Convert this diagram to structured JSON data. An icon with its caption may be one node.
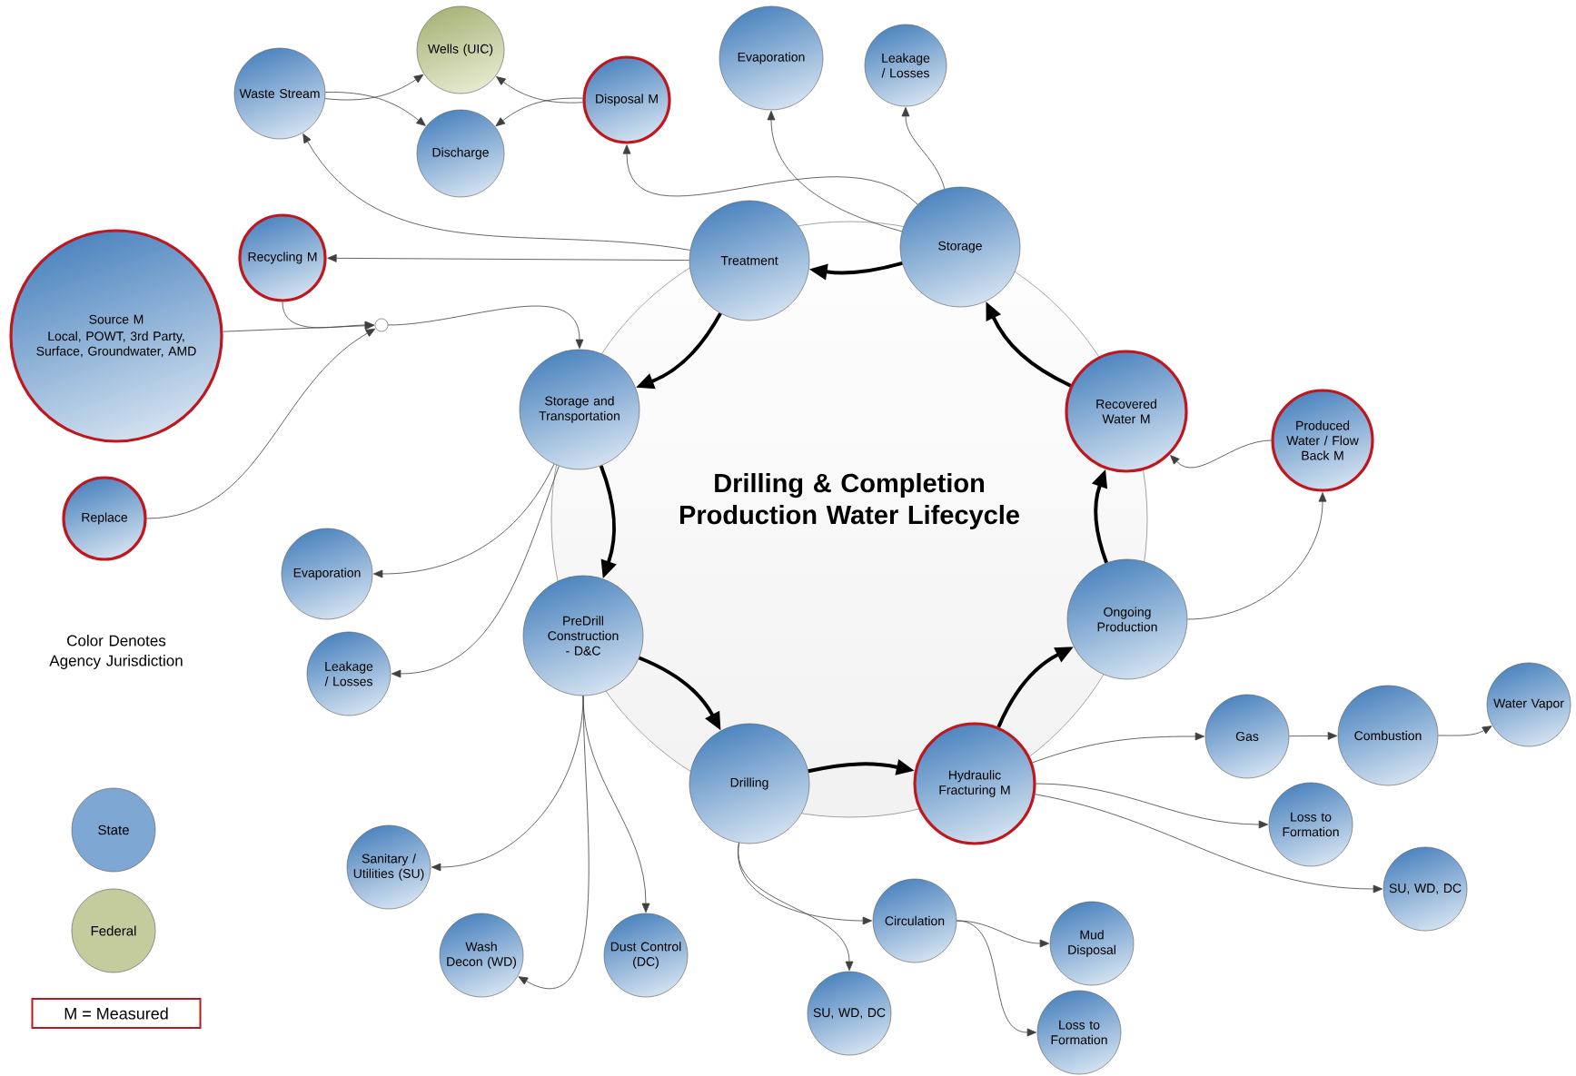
{
  "diagram": {
    "title": "Drilling & Completion Production Water Lifecycle",
    "nodes": [
      {
        "text": [
          "Waste Stream"
        ]
      },
      {
        "text": [
          "Wells (UIC)"
        ]
      },
      {
        "text": [
          "Disposal M"
        ]
      },
      {
        "text": [
          "Discharge"
        ]
      },
      {
        "text": [
          "Evaporation"
        ]
      },
      {
        "text": [
          "Leakage / Losses"
        ]
      },
      {
        "text": [
          "Recycling M"
        ]
      },
      {
        "text": [
          "Treatment"
        ]
      },
      {
        "text": [
          "Storage"
        ]
      },
      {
        "text": [
          "Source M",
          "Local, POWT, 3rd Party, Surface, Groundwater, AMD"
        ]
      },
      {
        "text": [],
        "shape": "circle"
      },
      {
        "text": [
          "Storage and Transportation"
        ]
      },
      {
        "text": [
          "Recovered Water M"
        ]
      },
      {
        "text": [
          "Produced Water / Flow Back M"
        ]
      },
      {
        "text": [
          "Replace"
        ]
      },
      {
        "text": [
          "Evaporation"
        ]
      },
      {
        "text": [
          "Leakage / Losses"
        ]
      },
      {
        "text": [
          "PreDrill Construction - D&C"
        ]
      },
      {
        "text": [
          "Ongoing Production"
        ]
      },
      {
        "text": [
          "Drilling"
        ]
      },
      {
        "text": [
          "Hydraulic Fracturing M"
        ]
      },
      {
        "text": [
          "Gas"
        ]
      },
      {
        "text": [
          "Combustion"
        ]
      },
      {
        "text": [
          "Water Vapor"
        ]
      },
      {
        "text": [
          "Loss to Formation"
        ]
      },
      {
        "text": [
          "SU, WD, DC"
        ]
      },
      {
        "text": [
          "Sanitary / Utilities (SU)"
        ]
      },
      {
        "text": [
          "Wash Decon (WD)"
        ]
      },
      {
        "text": [
          "Dust Control (DC)"
        ]
      },
      {
        "text": [
          "Circulation"
        ]
      },
      {
        "text": [
          "Mud Disposal"
        ]
      },
      {
        "text": [
          "SU, WD, DC"
        ]
      },
      {
        "text": [
          "Loss to Formation"
        ]
      }
    ],
    "edges": [
      {
        "from": 11,
        "to": 17,
        "arrow": "to",
        "style": "thick"
      },
      {
        "from": 17,
        "to": 19,
        "arrow": "to",
        "style": "thick"
      },
      {
        "from": 19,
        "to": 20,
        "arrow": "to",
        "style": "thick"
      },
      {
        "from": 20,
        "to": 18,
        "arrow": "to",
        "style": "thick"
      },
      {
        "from": 18,
        "to": 12,
        "arrow": "to",
        "style": "thick"
      },
      {
        "from": 12,
        "to": 8,
        "arrow": "to",
        "style": "thick"
      },
      {
        "from": 8,
        "to": 7,
        "arrow": "to",
        "style": "thick"
      },
      {
        "from": 7,
        "to": 11,
        "arrow": "to",
        "style": "thick"
      },
      {
        "from": 0,
        "to": 1,
        "arrow": "to"
      },
      {
        "from": 0,
        "to": 3,
        "arrow": "to"
      },
      {
        "from": 2,
        "to": 1,
        "arrow": "to"
      },
      {
        "from": 2,
        "to": 3,
        "arrow": "to"
      },
      {
        "from": 8,
        "to": 2,
        "arrow": "to"
      },
      {
        "from": 8,
        "to": 4,
        "arrow": "to"
      },
      {
        "from": 8,
        "to": 5,
        "arrow": "to"
      },
      {
        "from": 7,
        "to": 0,
        "arrow": "to"
      },
      {
        "from": 7,
        "to": 6,
        "arrow": "to"
      },
      {
        "from": 6,
        "to": 10,
        "arrow": "to"
      },
      {
        "from": 9,
        "to": 10,
        "arrow": "to"
      },
      {
        "from": 14,
        "to": 10,
        "arrow": "to"
      },
      {
        "from": 10,
        "to": 11,
        "arrow": "to"
      },
      {
        "from": 11,
        "to": 15,
        "arrow": "to"
      },
      {
        "from": 11,
        "to": 16,
        "arrow": "to"
      },
      {
        "from": 17,
        "to": 26,
        "arrow": "to"
      },
      {
        "from": 17,
        "to": 27,
        "arrow": "to"
      },
      {
        "from": 17,
        "to": 28,
        "arrow": "to"
      },
      {
        "from": 19,
        "to": 29,
        "arrow": "to"
      },
      {
        "from": 19,
        "to": 31,
        "arrow": "to"
      },
      {
        "from": 29,
        "to": 30,
        "arrow": "to"
      },
      {
        "from": 29,
        "to": 32,
        "arrow": "to"
      },
      {
        "from": 20,
        "to": 21,
        "arrow": "to"
      },
      {
        "from": 21,
        "to": 22,
        "arrow": "to"
      },
      {
        "from": 22,
        "to": 23,
        "arrow": "to"
      },
      {
        "from": 20,
        "to": 24,
        "arrow": "to"
      },
      {
        "from": 20,
        "to": 25,
        "arrow": "to"
      },
      {
        "from": 18,
        "to": 13,
        "arrow": "to"
      },
      {
        "from": 13,
        "to": 12,
        "arrow": "to"
      }
    ],
    "labels": [
      "Color Denotes Agency Jurisdiction"
    ],
    "legend": [
      {
        "text": "State",
        "color": "#7fa7d4"
      },
      {
        "text": "Federal",
        "color": "#c4cb9c"
      },
      {
        "text": "M = Measured"
      }
    ]
  }
}
